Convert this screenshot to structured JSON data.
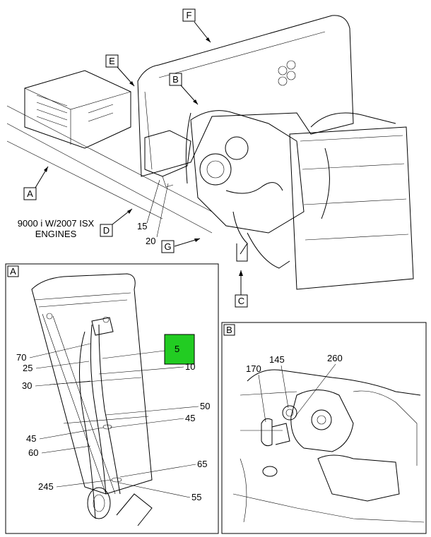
{
  "diagram": {
    "engine_caption": [
      "9000 i W/2007 ISX",
      "ENGINES"
    ],
    "view_letters": {
      "F": "F",
      "E": "E",
      "B": "B",
      "A": "A",
      "D": "D",
      "G": "G",
      "C": "C"
    },
    "main_callouts": {
      "c15": "15",
      "c20": "20"
    },
    "panel_a": {
      "title": "A",
      "callouts": {
        "c70": "70",
        "c25": "25",
        "c30": "30",
        "c5": "5",
        "c10": "10",
        "c50": "50",
        "c45a": "45",
        "c45b": "45",
        "c60": "60",
        "c65": "65",
        "c245": "245",
        "c55": "55"
      },
      "highlight_color": "#22cc22"
    },
    "panel_b": {
      "title": "B",
      "callouts": {
        "c170": "170",
        "c145": "145",
        "c260": "260"
      }
    }
  }
}
